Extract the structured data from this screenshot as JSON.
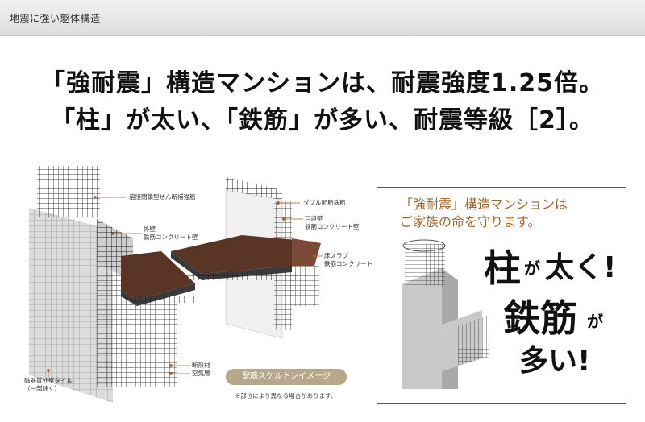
{
  "header": {
    "title": "地震に強い躯体構造"
  },
  "headline": {
    "line1": "「強耐震」構造マンションは、耐震強度1.25倍。",
    "line2": "「柱」が太い、「鉄筋」が多い、耐震等級［2］。"
  },
  "diagram": {
    "labels": {
      "welded_rebar": "溶接閉鎖型せん断補強筋",
      "exterior_wall": "外壁",
      "rc_wall": "鉄筋コンクリート壁",
      "double_rebar": "ダブル配筋鉄筋",
      "party_wall": "戸境壁",
      "party_wall_rc": "鉄筋コンクリート壁",
      "floor_slab": "床スラブ",
      "floor_slab_rc": "鉄筋コンクリート",
      "tile": "磁器質外壁タイル",
      "tile_note": "（一部除く）",
      "insulation": "断熱材",
      "air_layer": "空気層"
    },
    "caption": "配筋スケルトンイメージ",
    "note": "※部位により異なる場合があります。"
  },
  "panel": {
    "subtitle1": "「強耐震」構造マンションは",
    "subtitle2": "ご家族の命を守ります。",
    "hashira": "柱",
    "ga1": "が",
    "futoku": "太く!",
    "tekkin": "鉄筋",
    "ga2": "が",
    "ooi": "多い!"
  },
  "colors": {
    "accent": "#a0632a",
    "floor": "#5a3526",
    "concrete": "#d8d8d8"
  }
}
